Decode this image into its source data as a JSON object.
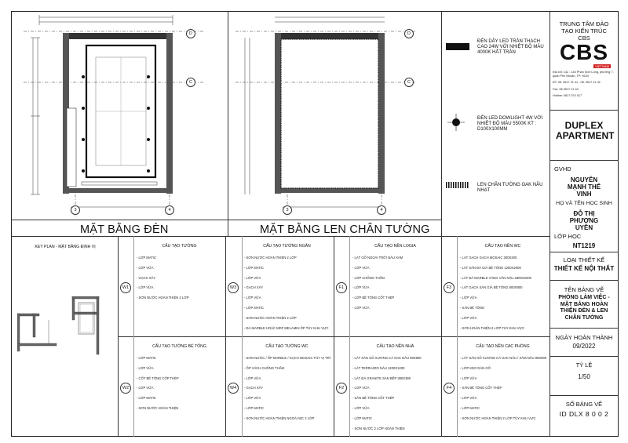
{
  "plans": {
    "left_title": "MẶT BẰNG ĐÈN",
    "right_title": "MẶT BẰNG LEN CHÂN TƯỜNG",
    "grid": {
      "d": "D",
      "c": "C",
      "n3": "3",
      "n4": "4"
    }
  },
  "legend": {
    "items": [
      {
        "icon": "led-strip-icon",
        "text": "ĐÈN DÂY LED TRẦN THẠCH CAO 24W VỚI NHIỆT ĐỘ MÀU 4000K HẮT TRẦN"
      },
      {
        "icon": "downlight-icon",
        "text": "ĐÈN LED DOWLIGHT 4W VỚI NHIỆT ĐỘ MÀU 5500K KT : D100x100mm"
      },
      {
        "icon": "skirting-icon",
        "text": "LEN CHÂN TƯỜNG OAK NÂU NHẠT"
      }
    ]
  },
  "title_block": {
    "org": "TRUNG TÂM ĐÀO TẠO KIẾN TRÚC CBS",
    "logo_text": "CBS",
    "logo_sub": "VIETNAM",
    "address": "Địa chỉ: 142 - 144 Phan Xích Long, phường 7, quận Phú Nhuận, TP. HCM",
    "phone": "ĐT: 08. 3517 21 41 - 08. 3517 21 42",
    "fax": "Fax: 08.3517 21 40",
    "hotline": "Hotline: 0817 074 017",
    "project": "DUPLEX APARTMENT",
    "gvhd_label": "GVHD",
    "gvhd": "NGUYỄN MẠNH THẾ VINH",
    "student_label": "HỌ VÀ TÊN HỌC SINH",
    "student": "ĐỖ THỊ PHƯƠNG UYÊN",
    "class_label": "LỚP HỌC",
    "class": "NT1219",
    "design_type_label": "LOẠI THIẾT KẾ",
    "design_type": "THIẾT KẾ NỘI THẤT",
    "drawing_name_label": "TÊN BẢNG VẼ",
    "drawing_name": "PHÒNG LÀM VIỆC - MẶT BẰNG HOÀN THIỆN ĐÈN & LEN CHÂN TƯỜNG",
    "completion_label": "NGÀY HOÀN THÀNH",
    "completion": "09/2022",
    "scale_label": "TỶ LỆ",
    "scale": "1/50",
    "sheet_no_label": "SỐ BẢNG VẼ",
    "sheet_no": "ID DLX 8 0 0 2"
  },
  "key_plan": {
    "title": "KEY PLAN - MẶT BẰNG ĐỊNH VỊ"
  },
  "specs": [
    {
      "code": "W1",
      "title": "CẤU TẠO TƯỜNG",
      "items": [
        "- LỚP MATIC",
        "- LỚP VỮA",
        "- GẠCH XÂY",
        "- LỚP VỮA",
        "- SƠN NƯỚC HOÀN THIỆN 2 LỚP"
      ]
    },
    {
      "code": "W3",
      "title": "CẤU TẠO TƯỜNG NGĂN",
      "items": [
        "- SƠN NƯỚC HOÀN THIỆN 2 LỚP",
        "- LỚP MATIC",
        "- LỚP VỮA",
        "- GẠCH XÂY",
        "- LỚP VỮA",
        "- LỚP MATIC",
        "- SƠN NƯỚC HOÀN THIỆN 2 LỚP",
        "- ĐÁ MARBLE HOẶC MDF MELAMIN ỐP TÙY KHU VỰC"
      ]
    },
    {
      "code": "F1",
      "title": "CẤU TẠO NỀN LOGIA",
      "items": [
        "- LÁT GỖ NGOÀI TRỜI NÂU XÁM",
        "- LỚP VỮA",
        "- LỚP CHỐNG THẤM",
        "- LỚP VỮA",
        "- LỚP BÊ TÔNG CỐT THÉP",
        "- LỚP VỮA"
      ]
    },
    {
      "code": "F3",
      "title": "CẤU TẠO NỀN WC",
      "items": [
        "- LÁT GẠCH GẠCH MOSAIC 300x300",
        "- LÁT SÀN ĐÁ GIẢ BÊ TÔNG 1200X2000",
        "- LÁT ĐÁ MARBLE VÀNG VÂN NÂU 2800x2200",
        "- LÁT GẠCH SÀN GIẢ BÊ TÔNG 800x800",
        "- LỚP VỮA",
        "- SÀN BÊ TÔNG",
        "- LỚP VỮA",
        "- SƠN HOÀN THIỆN 2 LỚP TÙY KHU VỰC"
      ]
    },
    {
      "code": "W2",
      "title": "CẤU TẠO TƯỜNG BÊ TÔNG",
      "items": [
        "- LỚP MATIC",
        "- LỚP VỮA",
        "- CỐT BÊ TÔNG CỐP THÉP",
        "- LỚP VỮA",
        "- LỚP MATIC",
        "- SƠN NƯỚC HOÀN THIỆN"
      ]
    },
    {
      "code": "W4",
      "title": "CẤU TẠO TƯỜNG WC",
      "items": [
        "- SƠN NƯỚC / ỐP MARBLE / GẠCH MOSAIC TÙY VỊ TRÍ",
        "- ỐP VÁCH CHỐNG THẤM",
        "- LỚP VỮA",
        "- GẠCH XÂY",
        "- LỚP VỮA",
        "- LỚP MATIC",
        "- SƠN NƯỚC HOÀN THIỆN NGOÀI WC 2 LỚP"
      ]
    },
    {
      "code": "F2",
      "title": "CẤU TẠO NỀN NHÀ",
      "items": [
        "- LÁT SÀN GỖ XƯƠNG CÁ OAK NÂU 98x800",
        "- LÁT TERRAZZO NÂU 1200X1200",
        "- LÁT ĐÁ GRANITE SÀN BẾP 380X380",
        "- LỚP VỮA",
        "- SÀN BÊ TÔNG CỐT THÉP",
        "- LỚP VỮA",
        "- LỚP MATIC",
        "- SƠN NƯỚC 2 LỚP HOÀN THIỆN"
      ]
    },
    {
      "code": "F4",
      "title": "CẤU TẠO NỀN CÁC PHÒNG",
      "items": [
        "- LÁT SÀN GỖ XƯƠNG CÁ OAK NÂU / XÁM NÂU 98x800",
        "- LỚP KEO DÁN GỖ",
        "- LỚP VỮA",
        "- SÀN BÊ TÔNG CỐT THÉP",
        "- LỚP VỮA",
        "- LỚP MATIC",
        "- SƠN NƯỚC HOÀN THIỆN 2 LỚP TÙY KHU VỰC"
      ]
    }
  ]
}
